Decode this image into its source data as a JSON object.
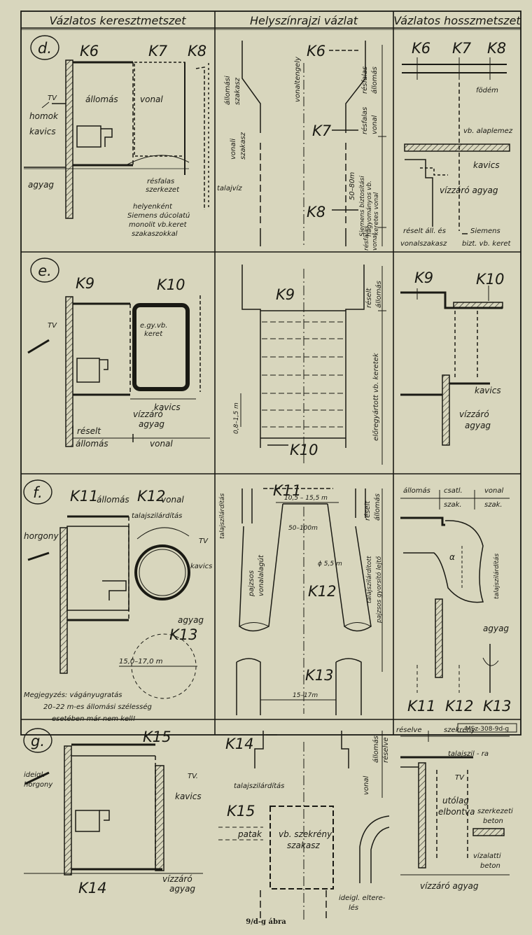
{
  "headers": [
    "Vázlatos keresztmetszet",
    "Helyszínrajzi vázlat",
    "Vázlatos hosszmetszet"
  ],
  "rows": [
    {
      "letter": "d.",
      "cross": {
        "k_a": "K6",
        "k_b": "K7",
        "k_c": "K8",
        "allomas": "állomás",
        "vonal": "vonal",
        "tv": "TV",
        "homok": "homok",
        "kavics": "kavics",
        "agyag": "agyag",
        "resfalas1": "résfalas",
        "resfalas2": "szerkezet",
        "note1": "helyenként",
        "note2": "Siemens dúcolatú",
        "note3": "monolit vb.keret",
        "note4": "szakaszokkal"
      },
      "plan": {
        "k_a": "K6",
        "k_b": "K7",
        "k_c": "K8",
        "vonali": "vonali",
        "szakasz": "szakasz",
        "allomasi": "állomási",
        "tengely": "vonaltengely",
        "talajviz": "talajvíz",
        "reselt1": "résfalas",
        "allomas1": "állomás",
        "reselt2": "résfalas",
        "vonal2": "vonal",
        "len": "50–80m",
        "siemens1": "Siemens biztosítási",
        "siemens2": "hagyományos vb.",
        "siemens3": "keretes vonal",
        "reselt3": "résfalas",
        "vonal3": "vonal"
      },
      "long": {
        "k_a": "K6",
        "k_b": "K7",
        "k_c": "K8",
        "fodem": "födém",
        "alaplemez": "vb. alaplemez",
        "kavics": "kavics",
        "agyag": "vízzáró agyag",
        "bottom1": "réselt áll. és",
        "bottom2": "vonalszakasz",
        "bottom3": "Siemens",
        "bottom4": "bizt. vb. keret"
      }
    },
    {
      "letter": "e.",
      "cross": {
        "k_a": "K9",
        "k_b": "K10",
        "keret1": "e.gy.vb.",
        "keret2": "keret",
        "tv": "TV",
        "kavics": "kavics",
        "agyag1": "vízzáró",
        "agyag2": "agyag",
        "reselt": "réselt",
        "allomas": "állomás",
        "vonal": "vonal"
      },
      "plan": {
        "k_a": "K9",
        "k_b": "K10",
        "dim": "0,8–1,5 m",
        "reselt": "réselt",
        "allomas": "állomás",
        "elore": "előregyártott vb. keretek"
      },
      "long": {
        "k_a": "K9",
        "k_b": "K10",
        "kavics": "kavics",
        "agyag1": "vízzáró",
        "agyag2": "agyag"
      }
    },
    {
      "letter": "f.",
      "cross": {
        "k_a": "K11",
        "allomas": "állomás",
        "k_b": "K12",
        "vonal": "vonal",
        "talaj": "talajszilárdítás",
        "horgony": "horgony",
        "tv": "TV",
        "kavics": "kavics",
        "agyag": "agyag",
        "k_c": "K13",
        "dim": "15,0–17,0 m",
        "note1": "Megjegyzés: vágányugratás",
        "note2": "20–22 m-es állomási szélesség",
        "note3": "esetében már nem kell!"
      },
      "plan": {
        "k_a": "K11",
        "dim1": "10,5 – 15,5 m",
        "dim2": "50–100m",
        "dia": "ϕ 5,5 m",
        "k_b": "K12",
        "k_c": "K13",
        "dim3": "15–17m",
        "talaj": "talajszilárdítás",
        "pajzsos1": "pajzsos",
        "pajzsos2": "vonalalagút",
        "reselt": "réselt",
        "allomas": "állomás",
        "talaj2": "talajszilárdított",
        "pajzsos3": "pajzsos gyorsító lejtő"
      },
      "long": {
        "allomas": "állomás",
        "csatl1": "csatl.",
        "csatl2": "szak.",
        "vonal1": "vonal",
        "vonal2": "szak.",
        "talaj": "talajszilárdítás",
        "alpha": "α",
        "agyag": "agyag",
        "k_a": "K11",
        "k_b": "K12",
        "k_c": "K13"
      }
    },
    {
      "letter": "g.",
      "cross": {
        "k_a": "K15",
        "ideigl1": "ideigl.",
        "ideigl2": "horgony",
        "tv": "TV.",
        "kavics": "kavics",
        "k_b": "K14",
        "agyag1": "vízzáró",
        "agyag2": "agyag"
      },
      "plan": {
        "k_a": "K14",
        "k_b": "K15",
        "talaj": "talajszilárdítás",
        "patak": "patak",
        "szekreny1": "vb. szekrény",
        "szekreny2": "szakasz",
        "vonal": "vonal",
        "allomas": "állomás",
        "reselve": "réselve",
        "ideigl1": "ideigl. eltere-",
        "ideigl2": "lés"
      },
      "long": {
        "reselve": "réselve",
        "szekreny": "szekrény",
        "talaj": "talajszil - ra",
        "tv": "TV",
        "utolag1": "utólag",
        "utolag2": "elbontva",
        "szerk1": "szerkezeti",
        "szerk2": "beton",
        "vizalatti1": "vízalatti",
        "vizalatti2": "beton",
        "agyag": "vízzáró agyag"
      }
    }
  ],
  "footer": {
    "ref": "MSz-308-9d-g",
    "caption": "9/d-g ábra"
  }
}
